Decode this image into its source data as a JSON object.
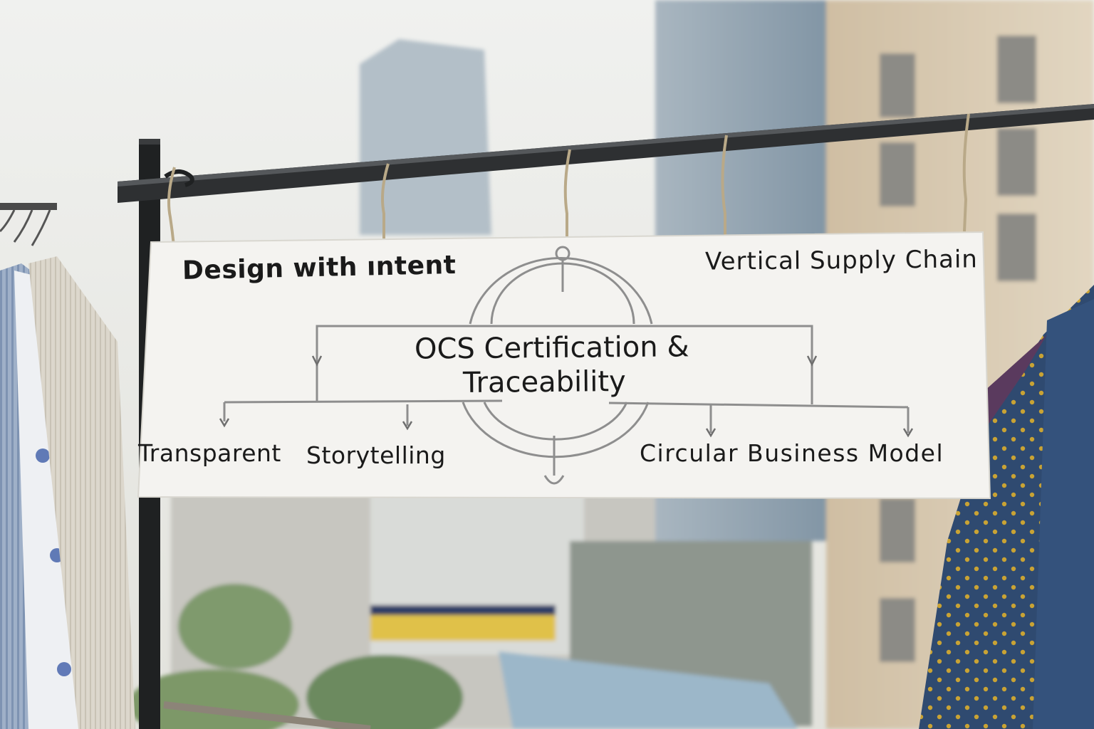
{
  "banner": {
    "top_left": "Design with ıntent",
    "top_right": "Vertical  Supply  Chain",
    "center_line1": "OCS Certification &",
    "center_line2": "Traceability",
    "bottom_left_a": "Transparent",
    "bottom_left_b": "Storytelling",
    "bottom_right": "Circular  Business  Model"
  },
  "colors": {
    "sky": "#eef0ee",
    "building_glass": "#8fa3b3",
    "building_beige": "#d8c9b0",
    "rail": "#2e3032",
    "banner": "#f4f3f0",
    "diagram_line": "#8e8e8e",
    "shirt_navy": "#2f4a70",
    "shirt_dots": "#c9a334"
  }
}
